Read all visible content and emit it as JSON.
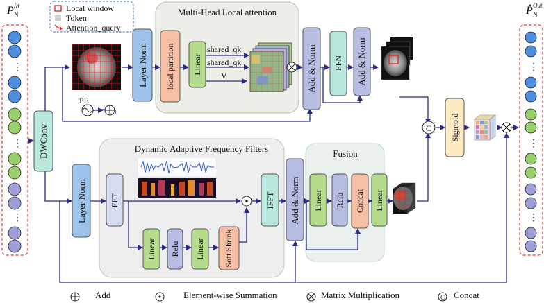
{
  "header_legend": {
    "local_window": "Local window",
    "token": "Token",
    "attention_query": "Attention_query"
  },
  "io": {
    "input_symbol": "P",
    "input_sub": "N",
    "input_sup": "In",
    "output_symbol": "P̂",
    "output_sub": "N",
    "output_sup": "Out"
  },
  "blocks": {
    "dwconv": "DWConv",
    "layer_norm": "Layer Norm",
    "local_partition": "local partition",
    "linear": "Linear",
    "shared_qk_1": "shared_qk",
    "shared_qk_2": "shared_qk",
    "v": "V",
    "add_norm": "Add & Norm",
    "ffn": "FFN",
    "sigmoid": "Sigmoid",
    "pe": "PE",
    "fft": "FFT",
    "ifft": "IFFT",
    "relu": "Relu",
    "soft_shrink": "Soft Shrink",
    "concat": "Concat"
  },
  "groups": {
    "mhla": "Multi-Head  Local attention",
    "daff": "Dynamic Adaptive Frequency Filters",
    "fusion": "Fusion"
  },
  "bottom_legend": {
    "add": "Add",
    "element_wise": "Element-wise Summation",
    "matmul": "Matrix Multiplication",
    "concat": "Concat"
  },
  "colors": {
    "arrow": "#2a2a8c",
    "blue_block": "#9ec3ea",
    "teal_block": "#b9e6dd",
    "lavender_block": "#b7bce3",
    "green_block": "#b5dc8c",
    "orange_block": "#f6bfa4",
    "yellow_block": "#fde9c2",
    "red_dash": "#e03535"
  }
}
